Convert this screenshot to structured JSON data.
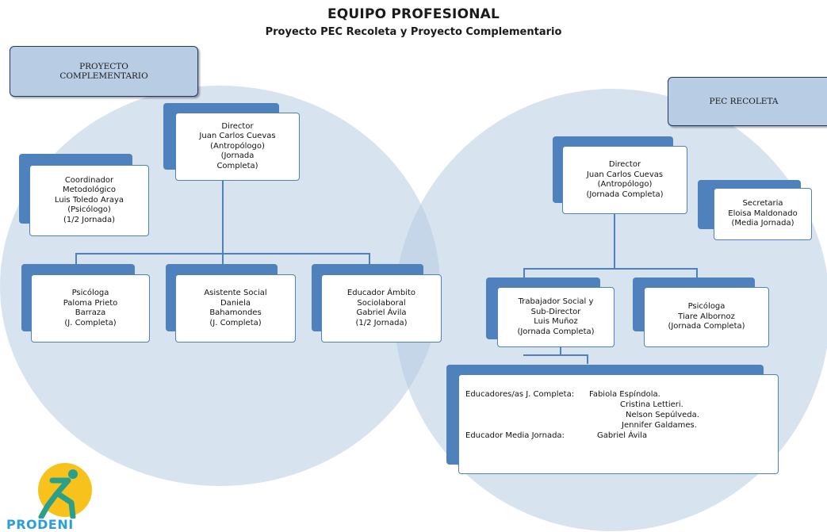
{
  "header": {
    "title": "EQUIPO PROFESIONAL",
    "subtitle": "Proyecto PEC Recoleta y Proyecto Complementario"
  },
  "groups": {
    "left_label": [
      "PROYECTO",
      "COMPLEMENTARIO"
    ],
    "right_label": "PEC RECOLETA"
  },
  "left": {
    "director": [
      "Director",
      "Juan Carlos Cuevas",
      "(Antropólogo)",
      "(Jornada",
      "Completa)"
    ],
    "coordinador": [
      "Coordinador",
      "Metodológico",
      "Luis Toledo Araya",
      "(Psicólogo)",
      "(1/2 Jornada)"
    ],
    "psicologa": [
      "Psicóloga",
      "Paloma Prieto",
      "Barraza",
      "(J. Completa)"
    ],
    "asistente": [
      "Asistente Social",
      "Daniela",
      "Bahamondes",
      "(J. Completa)"
    ],
    "educador": [
      "Educador  Ámbito",
      "Sociolaboral",
      "Gabriel Ávila",
      "(1/2 Jornada)"
    ]
  },
  "right": {
    "director": [
      "Director",
      "Juan Carlos Cuevas",
      "(Antropólogo)",
      "(Jornada Completa)"
    ],
    "secretaria": [
      "Secretaria",
      "Eloisa Maldonado",
      "(Media Jornada)"
    ],
    "trabajador": [
      "Trabajador Social y",
      "Sub-Director",
      "Luis Muñoz",
      "(Jornada Completa)"
    ],
    "psicologa": [
      "Psicóloga",
      "Tiare Albornoz",
      "(Jornada Completa)"
    ],
    "educadores": {
      "full_label": "Educadores/as J. Completa:",
      "full_names": [
        "Fabiola Espíndola.",
        "Cristina Lettieri.",
        "Nelson Sepúlveda.",
        "Jennifer Galdames."
      ],
      "half_label": "Educador Media Jornada:",
      "half_name": "Gabriel Ávila"
    }
  },
  "logo": {
    "text": "PRODENI",
    "colors": {
      "circle": "#f6c21b",
      "figure": "#2b9f8a",
      "text": "#2a9fd6"
    }
  },
  "colors": {
    "accent": "#4f81bd",
    "circle_fill": "#b8cce4",
    "label_border": "#1f3864"
  }
}
